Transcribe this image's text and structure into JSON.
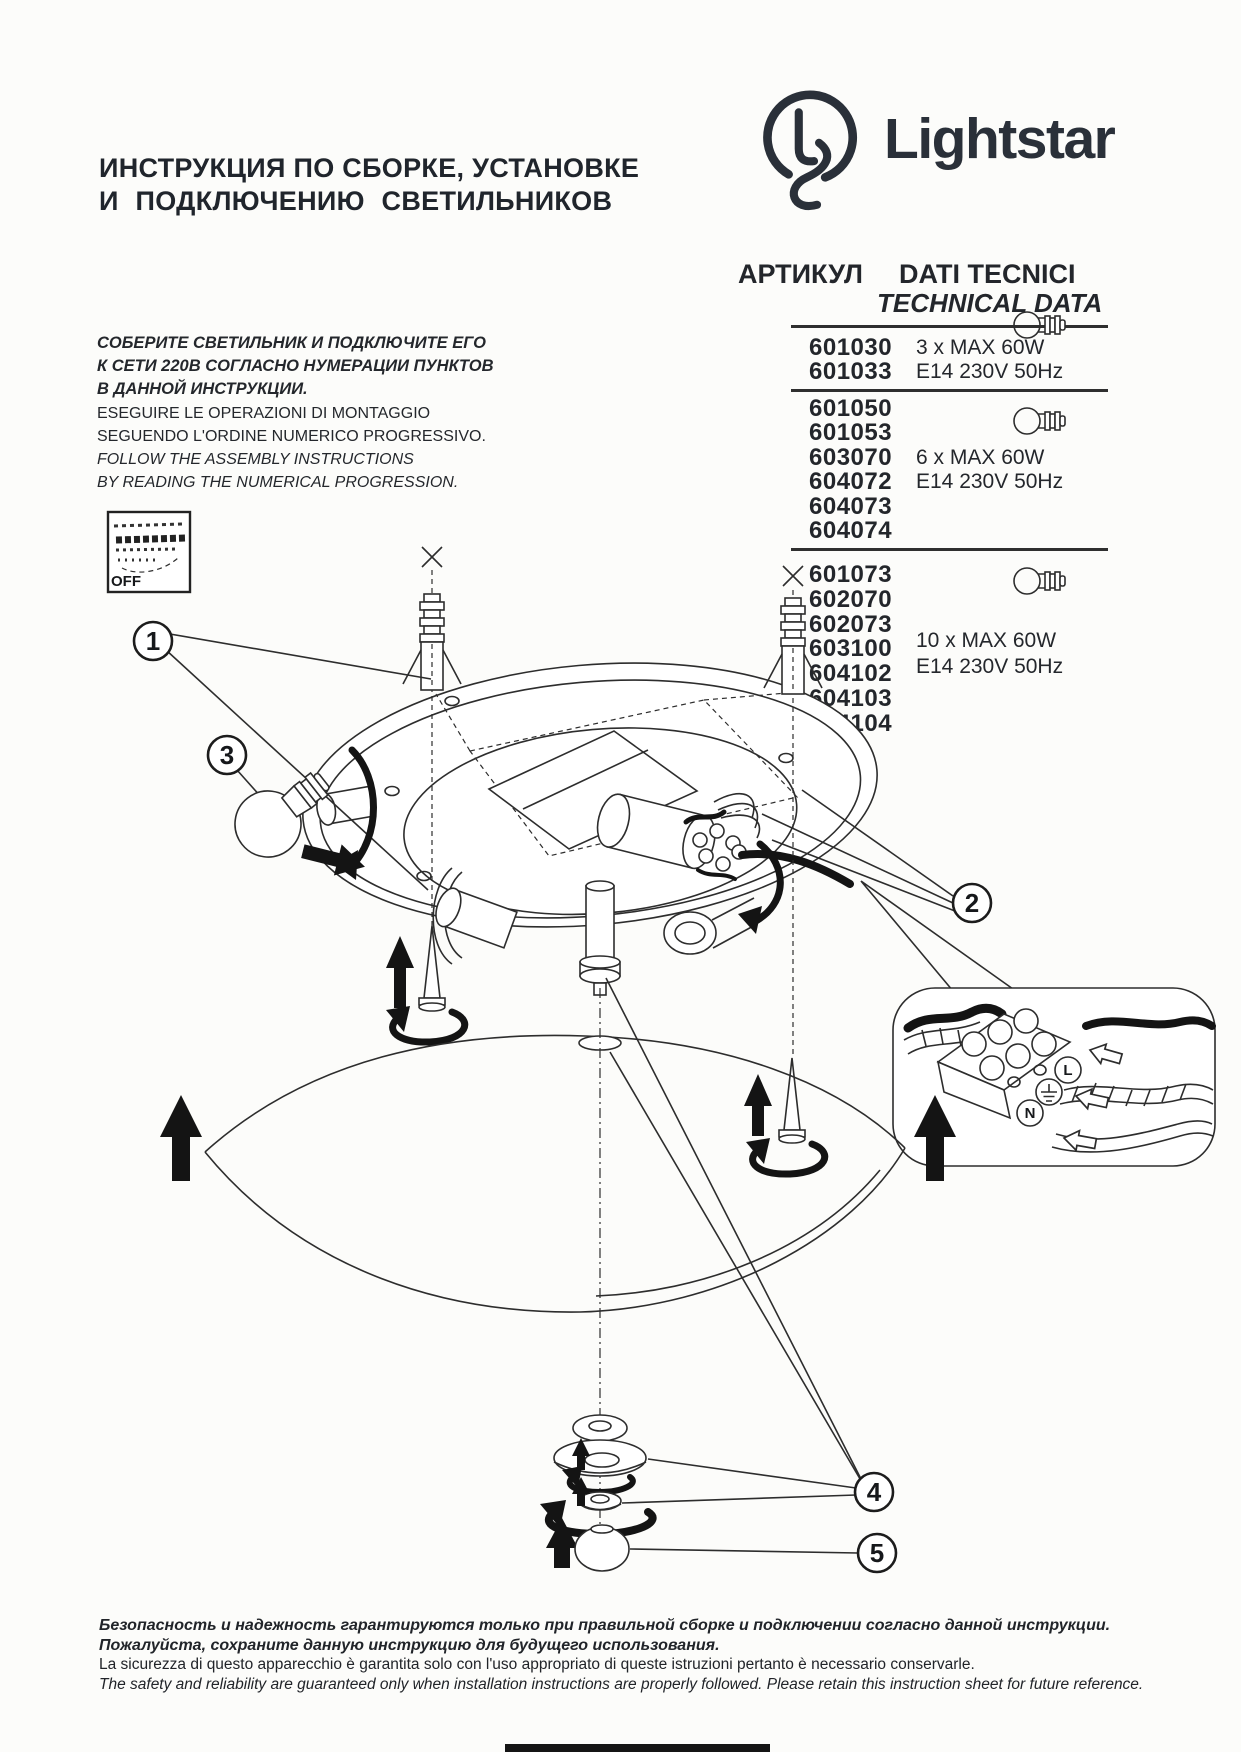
{
  "header": {
    "title_line1": "ИНСТРУКЦИЯ ПО СБОРКЕ, УСТАНОВКЕ",
    "title_line2": "И ПОДКЛЮЧЕНИЮ СВЕТИЛЬНИКОВ",
    "brand": "Lightstar"
  },
  "tech": {
    "heading_ru": "АРТИКУЛ",
    "heading_it": "DATI TECNICI",
    "heading_en": "TECHNICAL DATA",
    "groups": [
      {
        "codes": [
          "601030",
          "601033"
        ],
        "spec_line1": "3 x MAX 60W",
        "spec_line2": "E14 230V 50Hz"
      },
      {
        "codes": [
          "601050",
          "601053",
          "603070",
          "604072",
          "604073",
          "604074"
        ],
        "spec_line1": "6 x MAX 60W",
        "spec_line2": "E14 230V 50Hz"
      },
      {
        "codes": [
          "601073",
          "602070",
          "602073",
          "603100",
          "604102",
          "604103",
          "604104"
        ],
        "spec_line1": "10 x MAX 60W",
        "spec_line2": "E14 230V 50Hz"
      }
    ]
  },
  "instructions": {
    "ru_lines": [
      "СОБЕРИТЕ СВЕТИЛЬНИК И ПОДКЛЮЧИТЕ ЕГО",
      "К СЕТИ 220В СОГЛАСНО НУМЕРАЦИИ ПУНКТОВ",
      "В ДАННОЙ ИНСТРУКЦИИ."
    ],
    "it_lines": [
      "ESEGUIRE LE OPERAZIONI DI MONTAGGIO",
      "SEGUENDO L'ORDINE NUMERICO PROGRESSIVO."
    ],
    "en_lines": [
      "FOLLOW THE ASSEMBLY INSTRUCTIONS",
      "BY READING THE NUMERICAL PROGRESSION."
    ]
  },
  "diagram": {
    "off_label": "OFF",
    "callouts": [
      "1",
      "2",
      "3",
      "4",
      "5"
    ],
    "terminal_live": "L",
    "terminal_neutral": "N"
  },
  "footer": {
    "ru_line1": "Безопасность и надежность гарантируются только при правильной сборке и подключении согласно данной инструкции.",
    "ru_line2": "Пожалуйста, сохраните данную инструкцию для будущего использования.",
    "it_line": "La sicurezza di questo apparecchio è garantita solo con l'uso appropriato di queste istruzioni pertanto è necessario conservarle.",
    "en_line": "The safety and reliability are guaranteed only when installation instructions are properly followed. Please retain this instruction sheet for future reference."
  }
}
